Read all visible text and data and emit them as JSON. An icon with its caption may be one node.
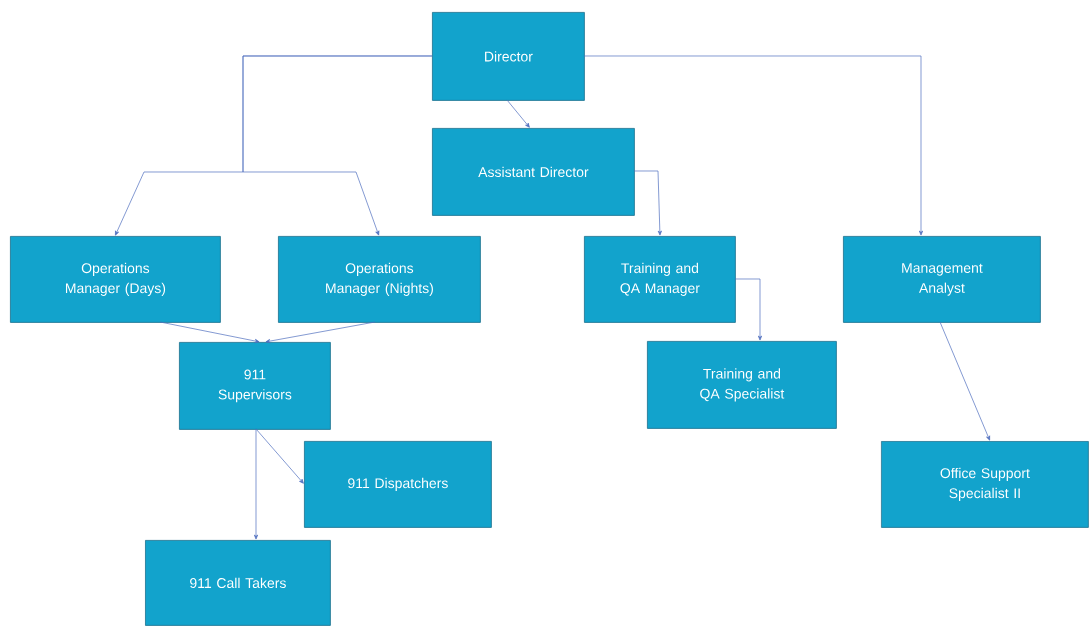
{
  "diagram": {
    "nodes": [
      {
        "text": [
          "Director"
        ]
      },
      {
        "text": [
          "Assistant Director"
        ]
      },
      {
        "text": [
          "Operations Manager (Days)"
        ]
      },
      {
        "text": [
          "Operations Manager (Nights)"
        ]
      },
      {
        "text": [
          "Training and QA Manager"
        ]
      },
      {
        "text": [
          "Management Analyst"
        ]
      },
      {
        "text": [
          "911 Supervisors"
        ]
      },
      {
        "text": [
          "Training and QA Specialist"
        ]
      },
      {
        "text": [
          "911 Dispatchers"
        ]
      },
      {
        "text": [
          "Office Support Specialist II"
        ]
      },
      {
        "text": [
          "911 Call Takers"
        ]
      }
    ],
    "edges": [
      {
        "from": 0,
        "to": 2,
        "arrow": "to"
      },
      {
        "from": 0,
        "to": 3,
        "arrow": "to"
      },
      {
        "from": 0,
        "to": 1,
        "arrow": "to"
      },
      {
        "from": 0,
        "to": 5,
        "arrow": "to"
      },
      {
        "from": 1,
        "to": 4,
        "arrow": "to"
      },
      {
        "from": 4,
        "to": 7,
        "arrow": "to"
      },
      {
        "from": 5,
        "to": 9,
        "arrow": "to"
      },
      {
        "from": 2,
        "to": 6,
        "arrow": "to"
      },
      {
        "from": 3,
        "to": 6,
        "arrow": "to"
      },
      {
        "from": 6,
        "to": 8,
        "arrow": "to"
      },
      {
        "from": 6,
        "to": 10,
        "arrow": "to"
      }
    ]
  }
}
